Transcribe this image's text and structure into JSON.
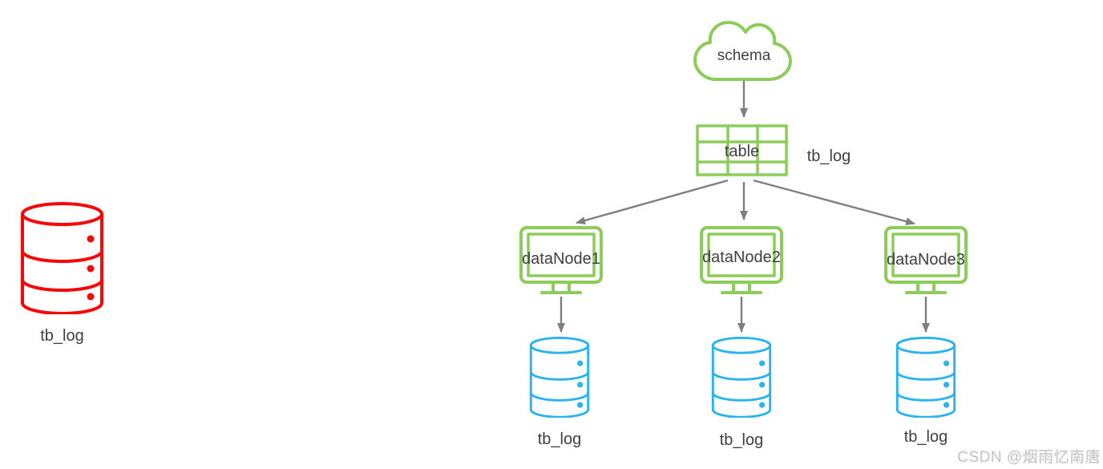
{
  "colors": {
    "green": "#8ccd5a",
    "blue": "#29b3ef",
    "red": "#f40808",
    "arrow": "#7f7f7f",
    "label": "#3f3f3f",
    "watermark": "#c6c6c6"
  },
  "left_database": {
    "label": "tb_log"
  },
  "schema": {
    "label": "schema"
  },
  "table": {
    "label": "table",
    "annotation": "tb_log"
  },
  "datanodes": [
    {
      "label": "dataNode1",
      "database_label": "tb_log"
    },
    {
      "label": "dataNode2",
      "database_label": "tb_log"
    },
    {
      "label": "dataNode3",
      "database_label": "tb_log"
    }
  ],
  "watermark": {
    "text": "CSDN @烟雨忆南唐"
  }
}
